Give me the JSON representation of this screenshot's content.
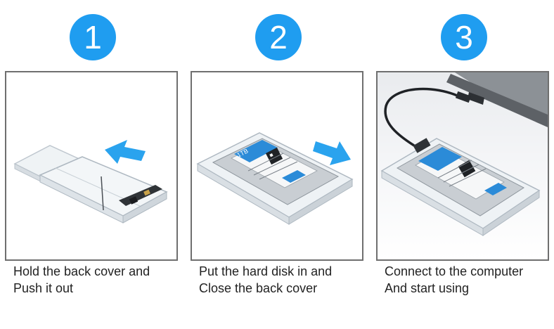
{
  "steps": [
    {
      "number": "1",
      "line1": "Hold the back cover and",
      "line2": "Push it out"
    },
    {
      "number": "2",
      "line1": "Put the hard disk in and",
      "line2": "Close the back cover"
    },
    {
      "number": "3",
      "line1": "Connect to the computer",
      "line2": "And start using"
    }
  ],
  "disk_label": "1TB",
  "colors": {
    "badge": "#1f9df0",
    "arrow": "#2aa3ee",
    "frame": "#6f6f6f",
    "text": "#222222"
  }
}
